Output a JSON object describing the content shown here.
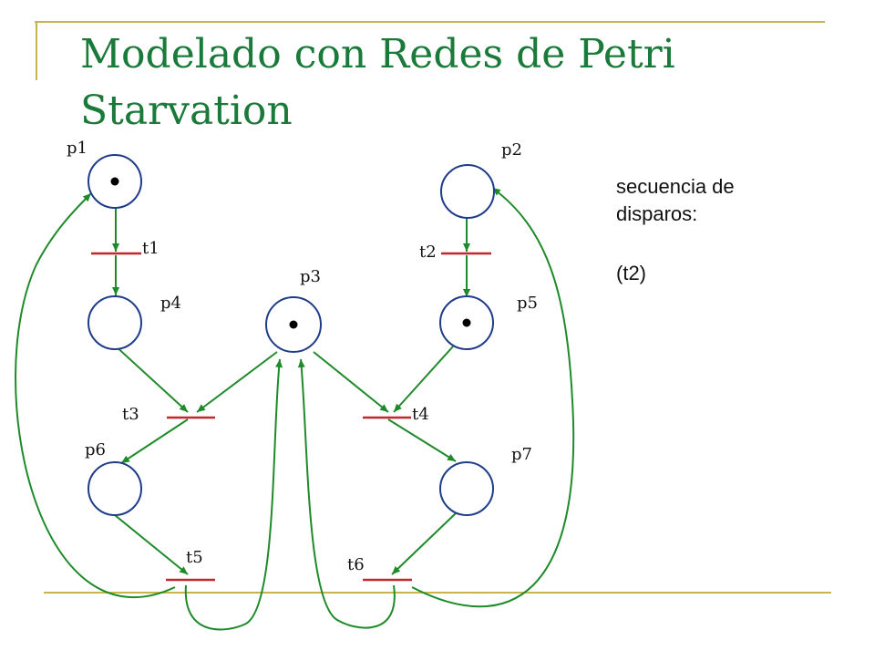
{
  "title": {
    "line1": "Modelado con Redes de Petri",
    "line2": "Starvation"
  },
  "sequence": {
    "label_line1": "secuencia de",
    "label_line2": "disparos:",
    "value": "(t2)"
  },
  "colors": {
    "title": "#1a7a3a",
    "arc": "#1f8a2a",
    "transition": "#c0282d",
    "rule": "#c8b44a",
    "place": "#1f3c88"
  },
  "places": [
    {
      "id": "p1",
      "label": "p1",
      "tokens": 1
    },
    {
      "id": "p2",
      "label": "p2",
      "tokens": 0
    },
    {
      "id": "p3",
      "label": "p3",
      "tokens": 1
    },
    {
      "id": "p4",
      "label": "p4",
      "tokens": 0
    },
    {
      "id": "p5",
      "label": "p5",
      "tokens": 1
    },
    {
      "id": "p6",
      "label": "p6",
      "tokens": 0
    },
    {
      "id": "p7",
      "label": "p7",
      "tokens": 0
    }
  ],
  "transitions": [
    {
      "id": "t1",
      "label": "t1"
    },
    {
      "id": "t2",
      "label": "t2"
    },
    {
      "id": "t3",
      "label": "t3"
    },
    {
      "id": "t4",
      "label": "t4"
    },
    {
      "id": "t5",
      "label": "t5"
    },
    {
      "id": "t6",
      "label": "t6"
    }
  ]
}
